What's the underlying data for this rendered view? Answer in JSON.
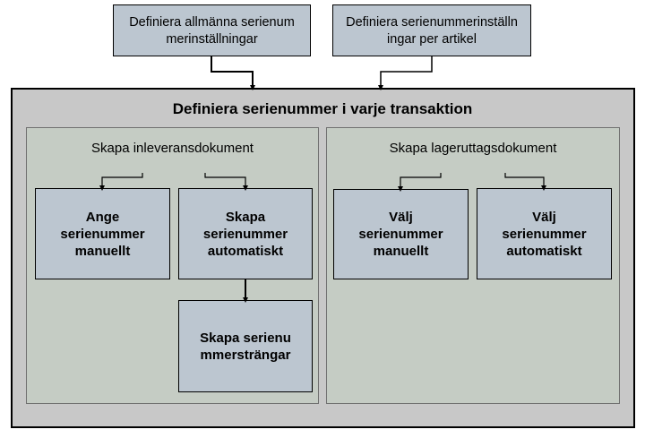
{
  "top_boxes": {
    "general_settings": "Definiera allmänna serienummerinställningar",
    "per_item_settings": "Definiera serienummerinställningar per artikel"
  },
  "outer": {
    "title": "Definiera serienummer i varje transaktion"
  },
  "receipt_panel": {
    "title": "Skapa inleveransdokument",
    "manual_box": "Ange serienummer manuellt",
    "auto_box": "Skapa serienummer automatiskt",
    "strings_box": "Skapa serienummersträngar"
  },
  "issue_panel": {
    "title": "Skapa lageruttagsdokument",
    "manual_box": "Välj serienummer manuellt",
    "auto_box": "Välj serienummer automatiskt"
  },
  "colors": {
    "box_fill": "#bcc6d0",
    "outer_fill": "#c8c8c8",
    "panel_fill": "#c5ccc4",
    "line": "#000000"
  }
}
